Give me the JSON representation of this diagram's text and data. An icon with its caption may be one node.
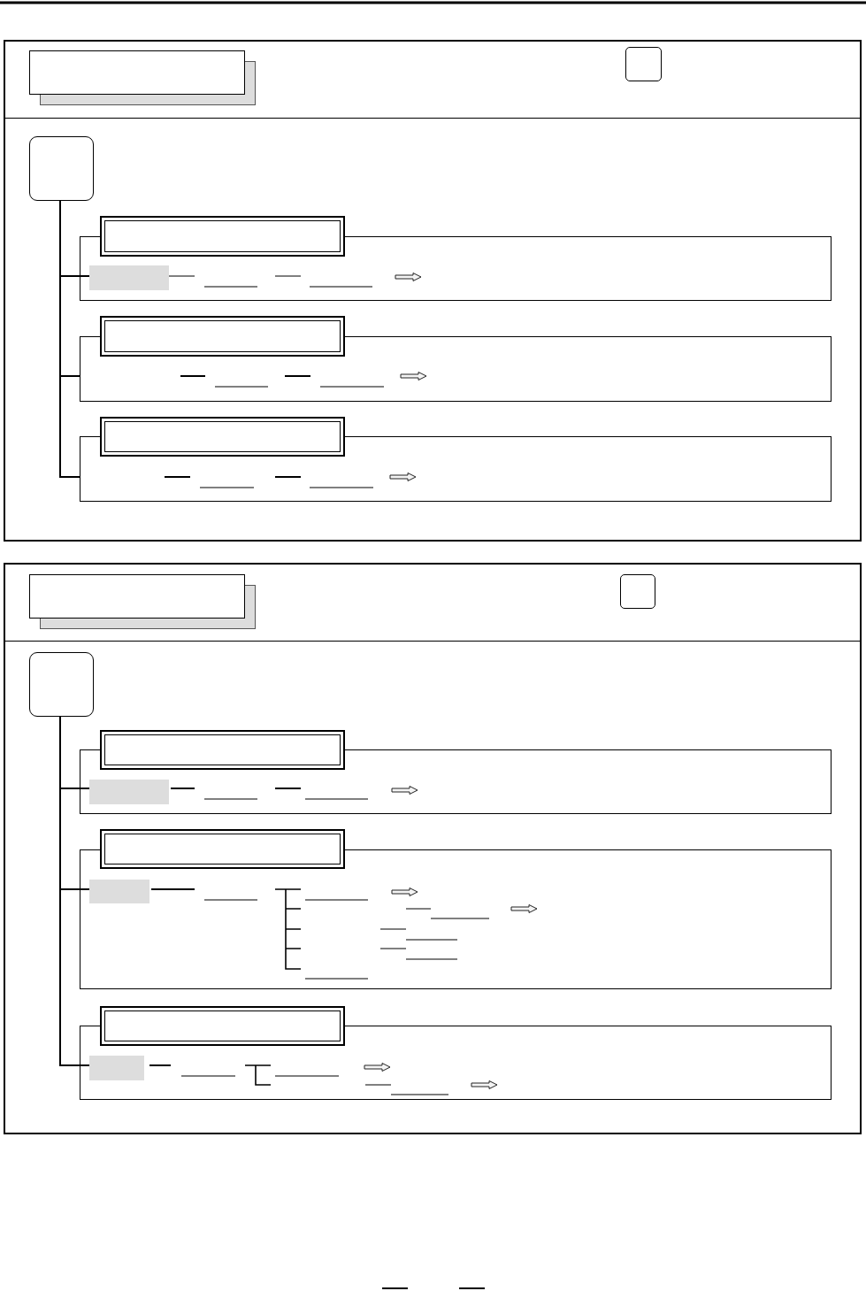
{
  "diagram": {
    "nodes": [
      {
        "text": [],
        "shape": "box"
      },
      {
        "text": [],
        "shape": "box",
        "in": 0
      },
      {
        "text": [],
        "shape": "box",
        "in": 0
      },
      {
        "text": [],
        "shape": "box",
        "in": 0
      },
      {
        "text": [],
        "shape": "box",
        "in": 0
      },
      {
        "text": [],
        "shape": "box",
        "in": 0
      },
      {
        "text": [],
        "shape": "box",
        "in": 5
      },
      {
        "text": [],
        "shape": "box",
        "in": 0
      },
      {
        "text": [],
        "shape": "box",
        "in": 0
      },
      {
        "text": [],
        "shape": "box",
        "in": 0
      },
      {
        "text": [],
        "shape": "box",
        "in": 0
      },
      {
        "text": [],
        "shape": "box"
      },
      {
        "text": [],
        "shape": "box",
        "in": 11
      },
      {
        "text": [],
        "shape": "box",
        "in": 11
      },
      {
        "text": [],
        "shape": "box",
        "in": 11
      },
      {
        "text": [],
        "shape": "box",
        "in": 11
      },
      {
        "text": [],
        "shape": "box",
        "in": 11
      },
      {
        "text": [],
        "shape": "box",
        "in": 16
      },
      {
        "text": [],
        "shape": "box",
        "in": 11
      },
      {
        "text": [],
        "shape": "box",
        "in": 11
      },
      {
        "text": [],
        "shape": "box",
        "in": 19
      },
      {
        "text": [],
        "shape": "box",
        "in": 11
      },
      {
        "text": [],
        "shape": "box",
        "in": 11
      },
      {
        "text": [],
        "shape": "box",
        "in": 22
      }
    ],
    "edges": [
      {
        "from": 3,
        "to": 6,
        "arrow": "none"
      },
      {
        "from": 3,
        "to": 8,
        "arrow": "none"
      },
      {
        "from": 3,
        "to": 10,
        "arrow": "none"
      },
      {
        "from": 14,
        "to": 17,
        "arrow": "none"
      },
      {
        "from": 14,
        "to": 20,
        "arrow": "none"
      },
      {
        "from": 14,
        "to": 23,
        "arrow": "none"
      }
    ]
  }
}
